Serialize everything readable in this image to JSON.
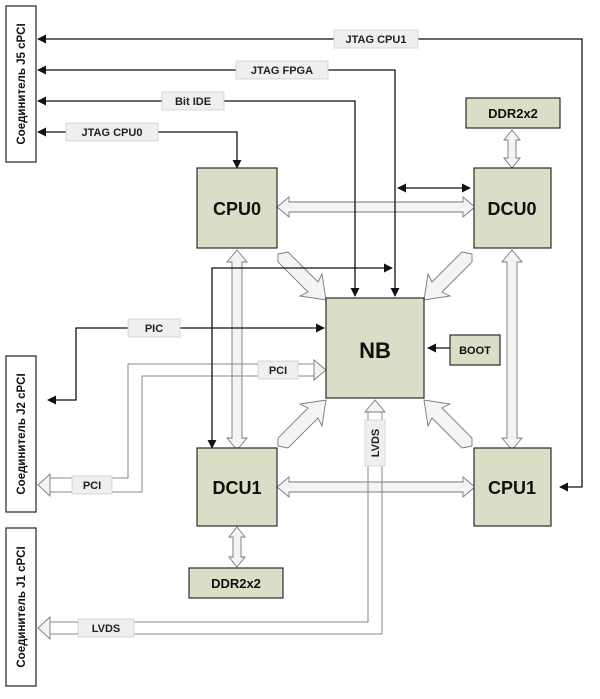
{
  "blocks": {
    "cpu0": "CPU0",
    "dcu0": "DCU0",
    "dcu1": "DCU1",
    "cpu1": "CPU1",
    "nb": "NB",
    "ddr_top": "DDR2x2",
    "ddr_bottom": "DDR2x2",
    "boot": "BOOT"
  },
  "connectors": {
    "j5": "Соединитель J5 cPCI",
    "j2": "Соединитель J2 cPCI",
    "j1": "Соединитель J1 cPCI"
  },
  "signals": {
    "jtag_cpu1": "JTAG CPU1",
    "jtag_fpga": "JTAG FPGA",
    "bit_ide": "Bit IDE",
    "jtag_cpu0": "JTAG CPU0",
    "pic": "PIC",
    "pci_nb": "PCI",
    "pci_j2": "PCI",
    "lvds_vertical": "LVDS",
    "lvds_j1": "LVDS"
  }
}
